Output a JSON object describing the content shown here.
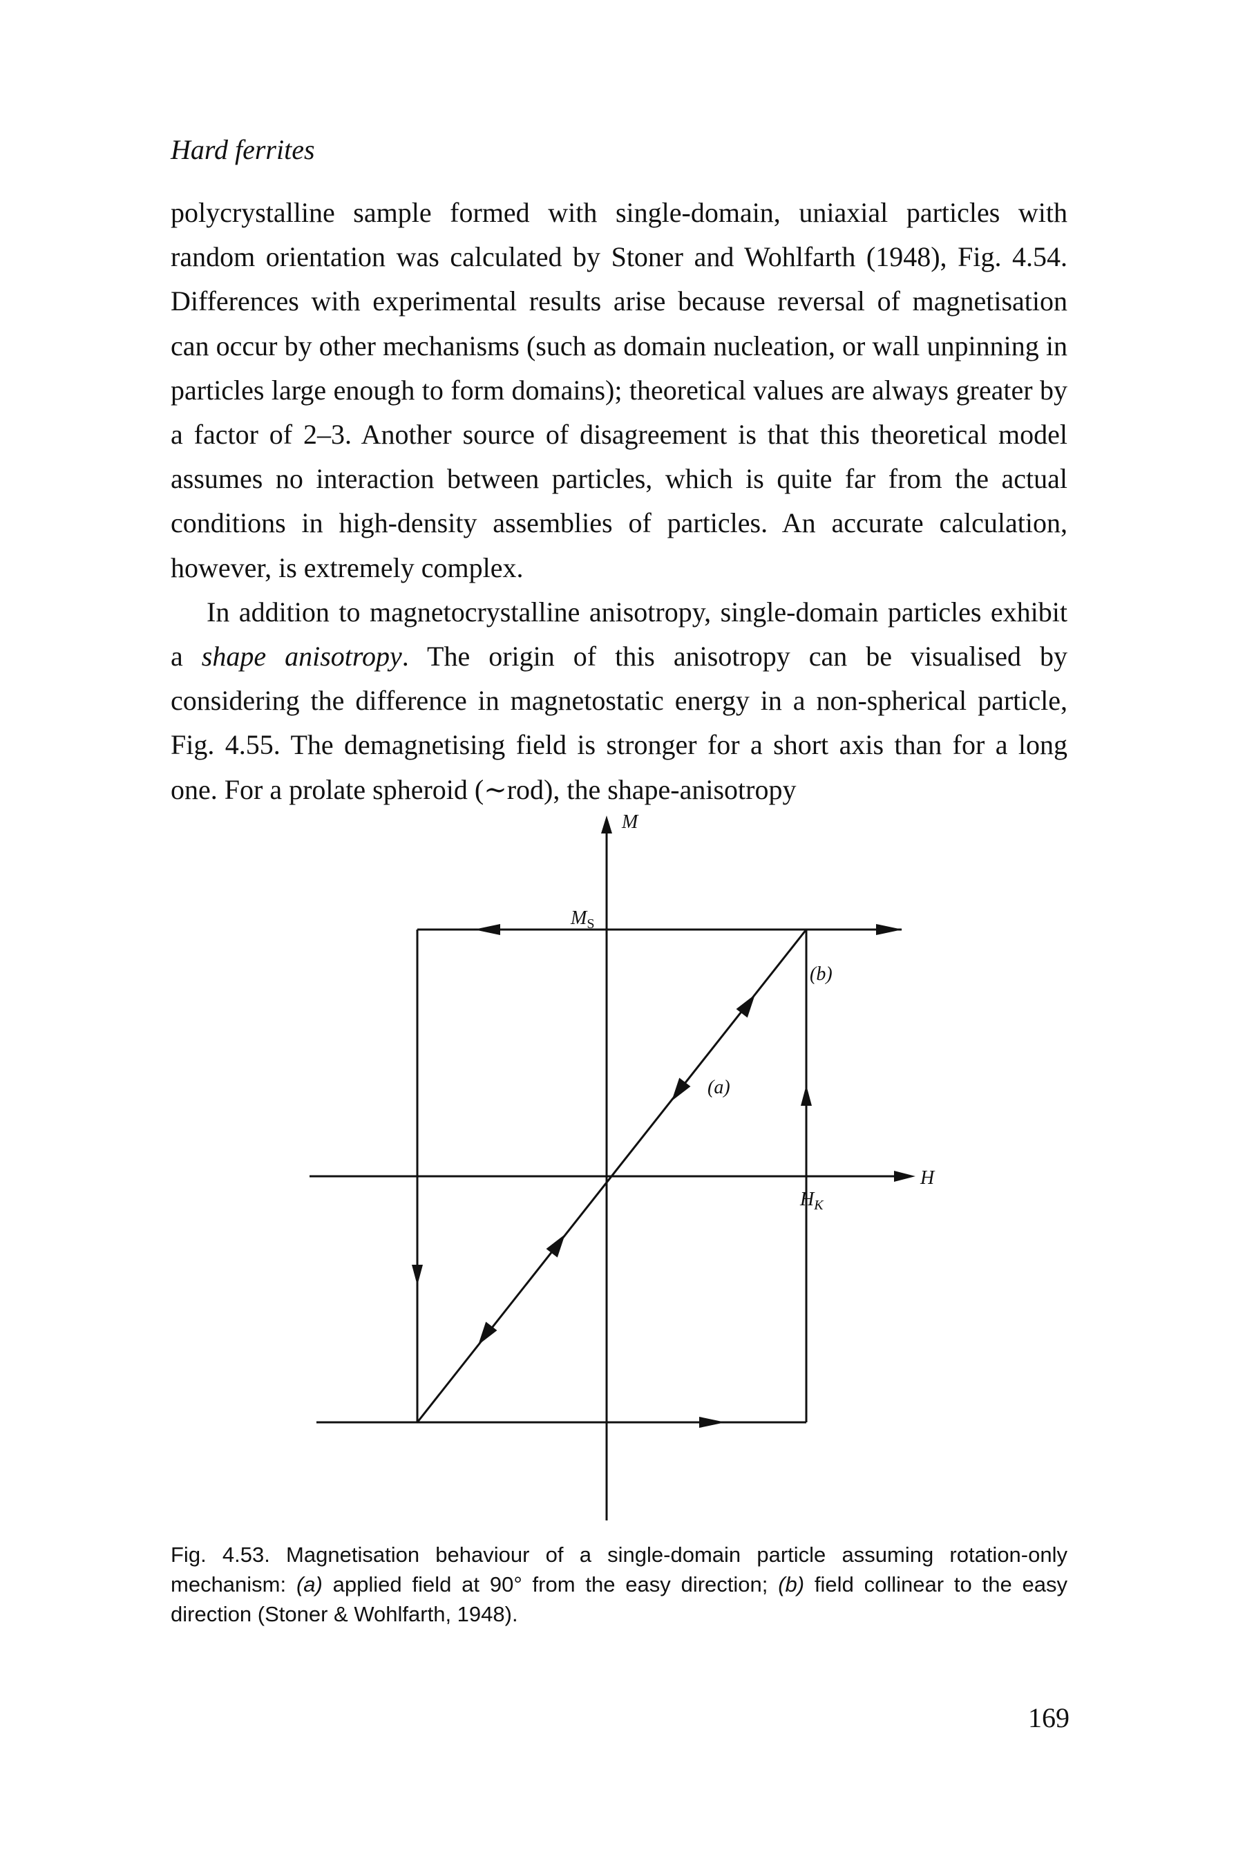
{
  "running_head": "Hard ferrites",
  "paragraph_1": {
    "part1": "polycrystalline sample formed with single-domain, uniaxial particles with random orientation was calculated by Stoner and Wohlfarth (1948), Fig. 4.54. Differences with experimental results arise because reversal of magnetisation can occur by other mechanisms (such as domain nucleation, or wall unpinning in particles large enough to form domains); theoretical values are always greater by a factor of 2–3. Another source of disagree­ment is that this theoretical model assumes no interaction between particles, which is quite far from the actual conditions in high-density assemblies of particles. An accurate calculation, however, is extremely complex."
  },
  "paragraph_2": {
    "before_em": "In addition to magnetocrystalline anisotropy, single-domain particles exhibit a ",
    "em": "shape anisotropy",
    "after_em": ". The origin of this anisotropy can be visualised by considering the difference in magnetostatic energy in a non-spherical particle, Fig. 4.55. The demagnetising field is stronger for a short axis than for a long one. For a prolate spheroid (∼rod), the shape-anisotropy"
  },
  "figure": {
    "labels": {
      "y_axis": "M",
      "x_axis": "H",
      "saturation": "M",
      "saturation_sub": "S",
      "curve_a": "(a)",
      "curve_b": "(b)",
      "anisotropy_field": "H",
      "anisotropy_field_sub": "K"
    }
  },
  "caption": {
    "lead": "Fig. 4.53. Magnetisation behaviour of a single-domain particle assuming rotation-only mechanism: ",
    "a": "(a)",
    "mid": " applied field at 90° from the easy direction; ",
    "b": "(b)",
    "tail": " field collinear to the easy direction (Stoner & Wohlfarth, 1948)."
  },
  "page_number": "169"
}
